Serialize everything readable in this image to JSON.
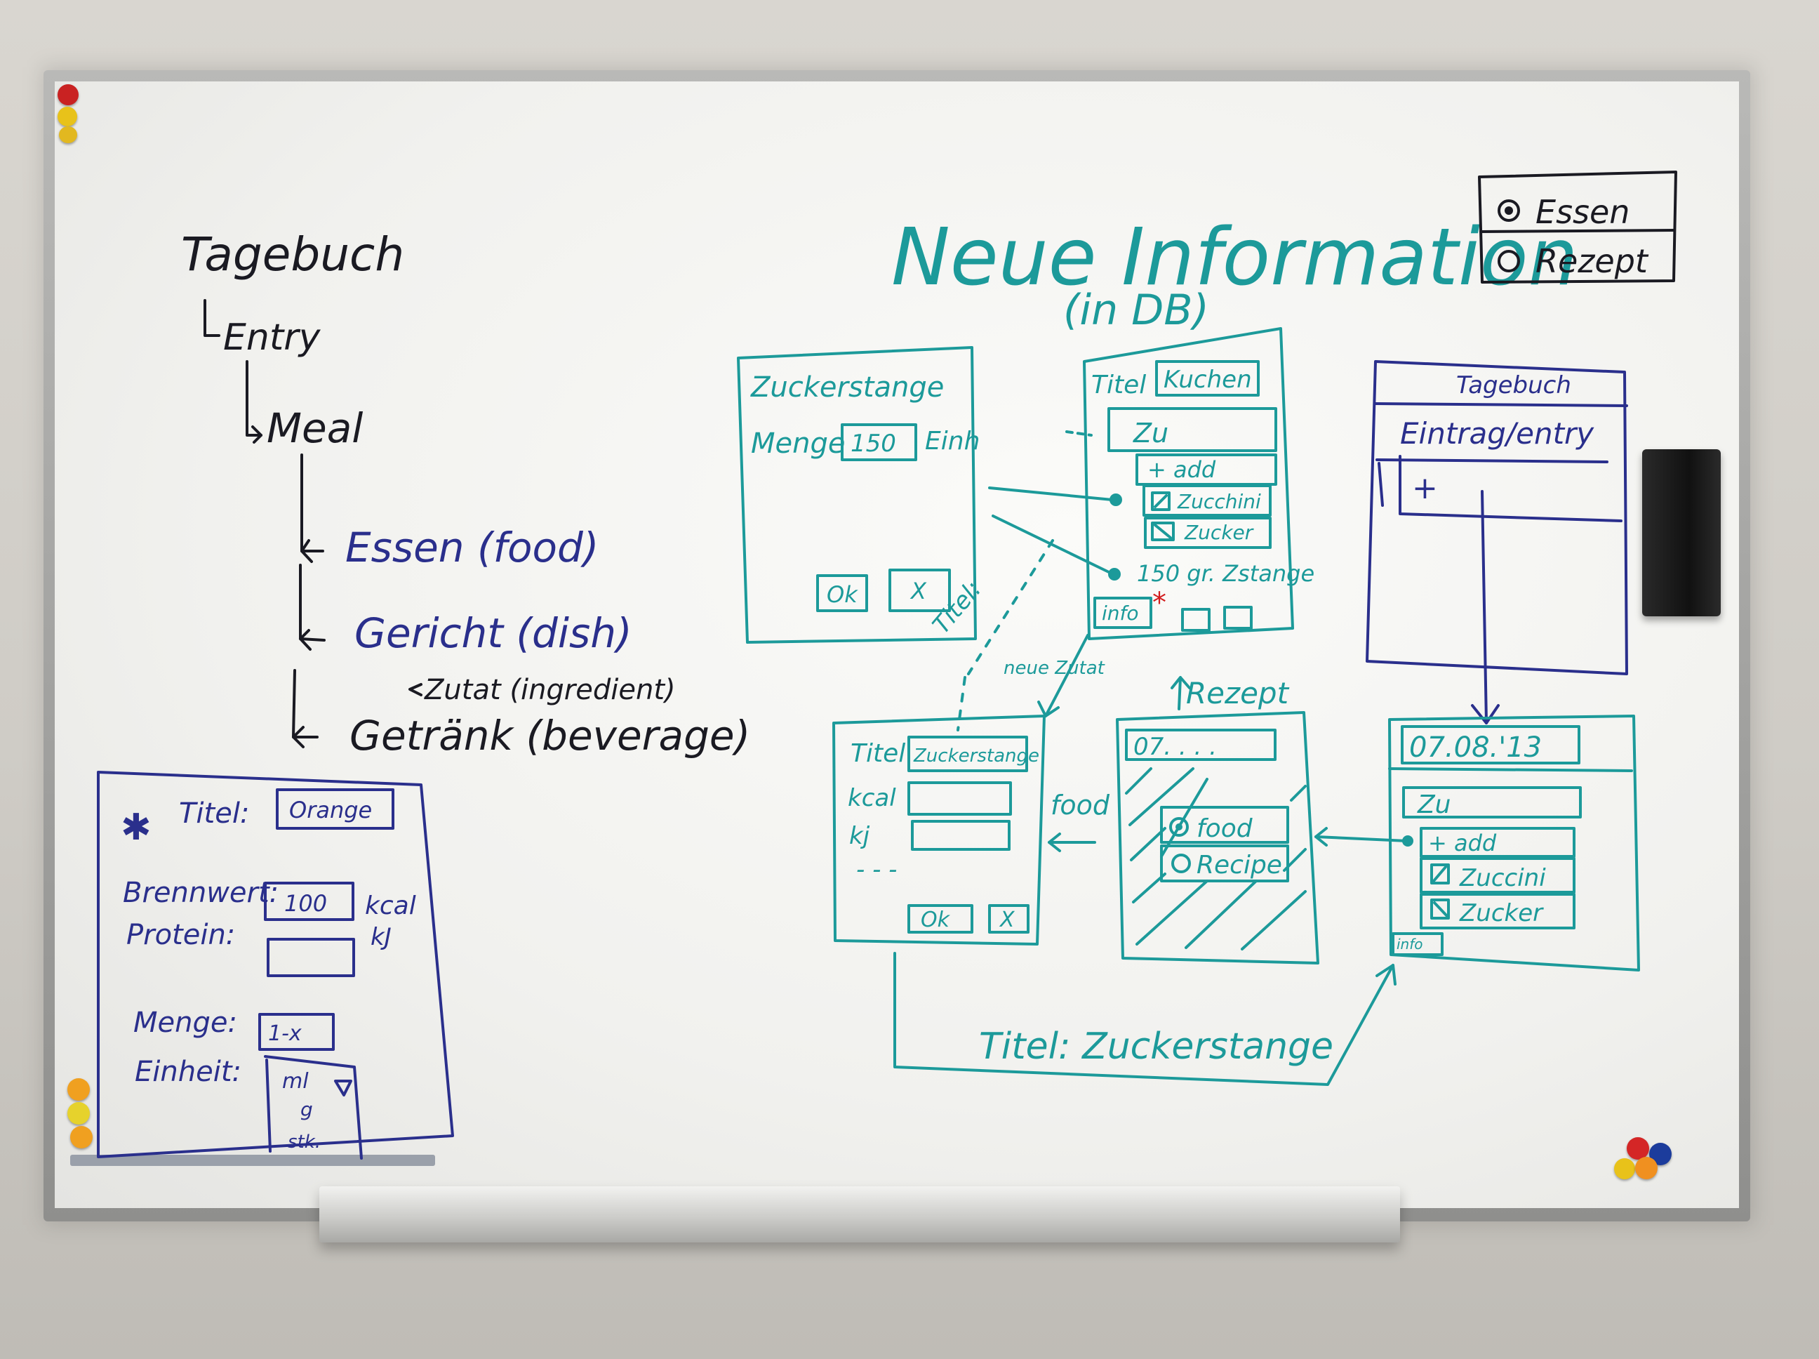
{
  "hierarchy": {
    "root": "Tagebuch",
    "entry": "Entry",
    "meal": "Meal",
    "food": "Essen (food)",
    "dish": "Gericht (dish)",
    "ingredient": "Zutat (ingredient)",
    "beverage": "Getränk (beverage)"
  },
  "food_form": {
    "titel_label": "Titel:",
    "titel_value": "Orange",
    "brennwert_label": "Brennwert:",
    "brennwert_value": "100",
    "unit_kcal": "kcal",
    "unit_kj": "kJ",
    "protein_label": "Protein:",
    "menge_label": "Menge:",
    "menge_value": "1-x",
    "einheit_label": "Einheit:",
    "einheit_options": [
      "ml",
      "g",
      "stk."
    ]
  },
  "heading": {
    "title": "Neue Information",
    "subtitle": "(in DB)"
  },
  "radio_legend": {
    "option1": "Essen",
    "option2": "Rezept"
  },
  "screen_zuckerstange": {
    "title": "Zuckerstange",
    "menge_label": "Menge",
    "menge_value": "150",
    "einheit_label": "Einh",
    "ok": "Ok",
    "cancel": "X"
  },
  "screen_kuchen": {
    "titel_label": "Titel",
    "titel_value": "Kuchen",
    "search": "Zu",
    "add": "+ add",
    "item1": "Zucchini",
    "item2": "Zucker",
    "amount": "150 gr. Zstange",
    "info": "info"
  },
  "screen_tagebuch": {
    "title": "Tagebuch",
    "subtitle": "Eintrag/entry",
    "plus": "+"
  },
  "screen_new_food": {
    "titel_label": "Titel",
    "titel_value": "Zuckerstange",
    "kcal": "kcal",
    "kj": "kj",
    "dots": "- - -",
    "ok": "Ok",
    "cancel": "X"
  },
  "screen_choose": {
    "date": "07. . . .",
    "food": "food",
    "recipe": "Recipe",
    "label_above": "Rezept"
  },
  "screen_day": {
    "date": "07.08.'13",
    "search": "Zu",
    "add": "+ add",
    "item1": "Zuccini",
    "item2": "Zucker",
    "info": "info"
  },
  "arrows": {
    "food_label": "food",
    "titel_flow": "Titel:",
    "neue_zutat": "neue Zutat",
    "bottom_flow": "Titel: Zuckerstange"
  },
  "colors": {
    "black_ink": "#1a1a22",
    "blue_ink": "#2a2f8c",
    "teal_ink": "#1c9a9a",
    "red_ink": "#d21c1c"
  }
}
